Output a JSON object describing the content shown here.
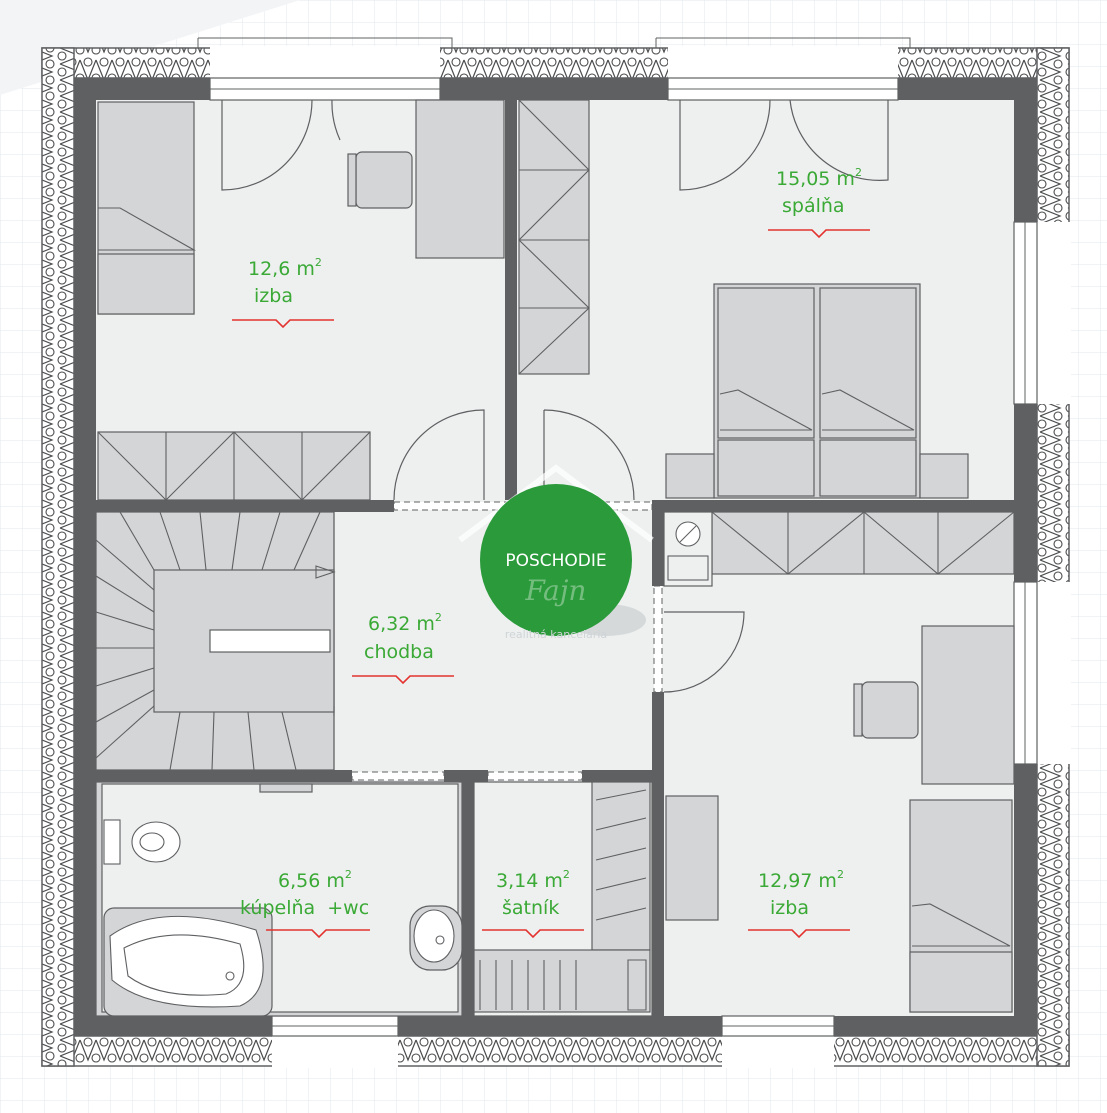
{
  "rooms": [
    {
      "id": "room-izba-1",
      "area": "12,6 m",
      "name": "izba"
    },
    {
      "id": "room-spalna",
      "area": "15,05 m",
      "name": "spálňa"
    },
    {
      "id": "room-chodba",
      "area": "6,32 m",
      "name": "chodba"
    },
    {
      "id": "room-kupelna",
      "area": "6,56 m",
      "name": "kúpelňa  +wc"
    },
    {
      "id": "room-satnik",
      "area": "3,14 m",
      "name": "šatník"
    },
    {
      "id": "room-izba-2",
      "area": "12,97 m",
      "name": "izba"
    }
  ],
  "area_unit_sup": "2",
  "badge": {
    "title": "POSCHODIE",
    "logo": "Fajn",
    "subtitle": "realitná kancelária"
  },
  "colors": {
    "wall": "#5f6062",
    "floor": "#eef0f0",
    "furniture": "#d3d5d6",
    "label_green": "#3aa935",
    "marker_red": "#e3332f",
    "badge_green": "#2a9a3a",
    "grid": "#e2e8ef"
  }
}
